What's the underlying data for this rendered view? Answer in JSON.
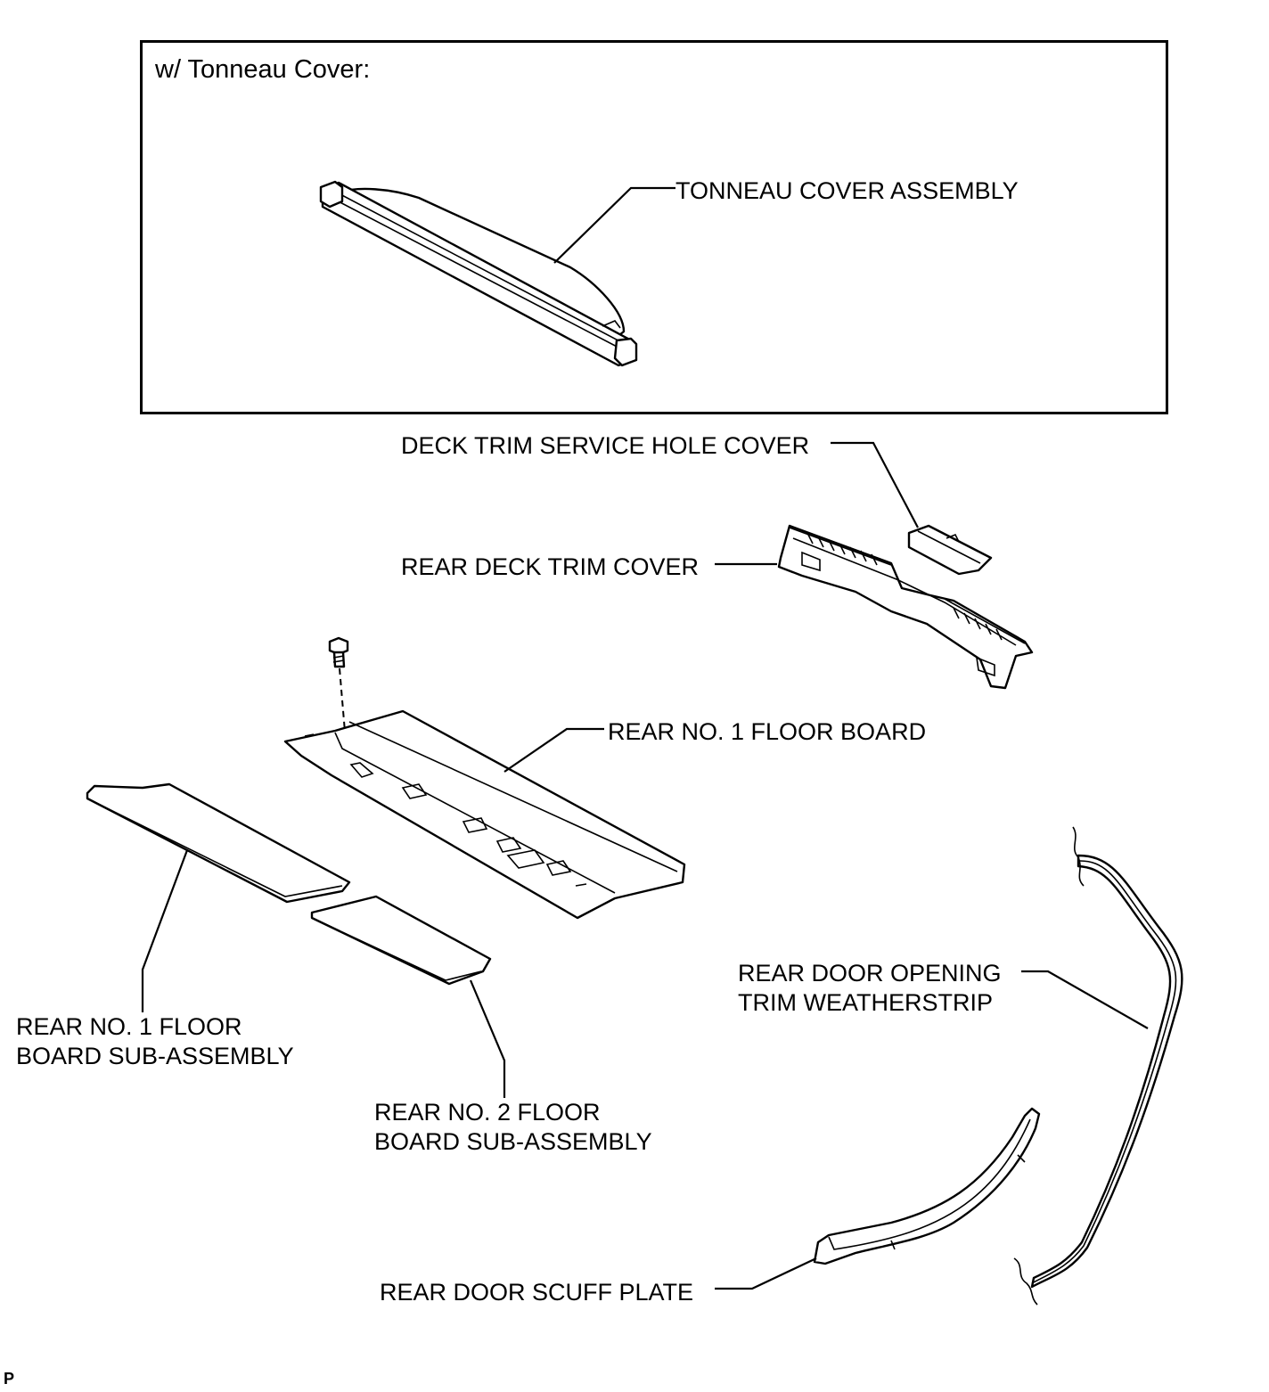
{
  "inset": {
    "title": "w/ Tonneau Cover:"
  },
  "labels": {
    "tonneau_cover": "TONNEAU COVER ASSEMBLY",
    "deck_trim_service_hole_cover": "DECK TRIM SERVICE HOLE COVER",
    "rear_deck_trim_cover": "REAR DECK TRIM COVER",
    "rear_no1_floor_board": "REAR NO. 1 FLOOR BOARD",
    "rear_no1_floor_board_sub_line1": "REAR NO. 1 FLOOR",
    "rear_no1_floor_board_sub_line2": "BOARD SUB-ASSEMBLY",
    "rear_no2_floor_board_sub_line1": "REAR NO. 2 FLOOR",
    "rear_no2_floor_board_sub_line2": "BOARD SUB-ASSEMBLY",
    "rear_door_opening_weatherstrip_line1": "REAR DOOR OPENING",
    "rear_door_opening_weatherstrip_line2": "TRIM WEATHERSTRIP",
    "rear_door_scuff_plate": "REAR DOOR SCUFF PLATE"
  },
  "page_mark": "P"
}
